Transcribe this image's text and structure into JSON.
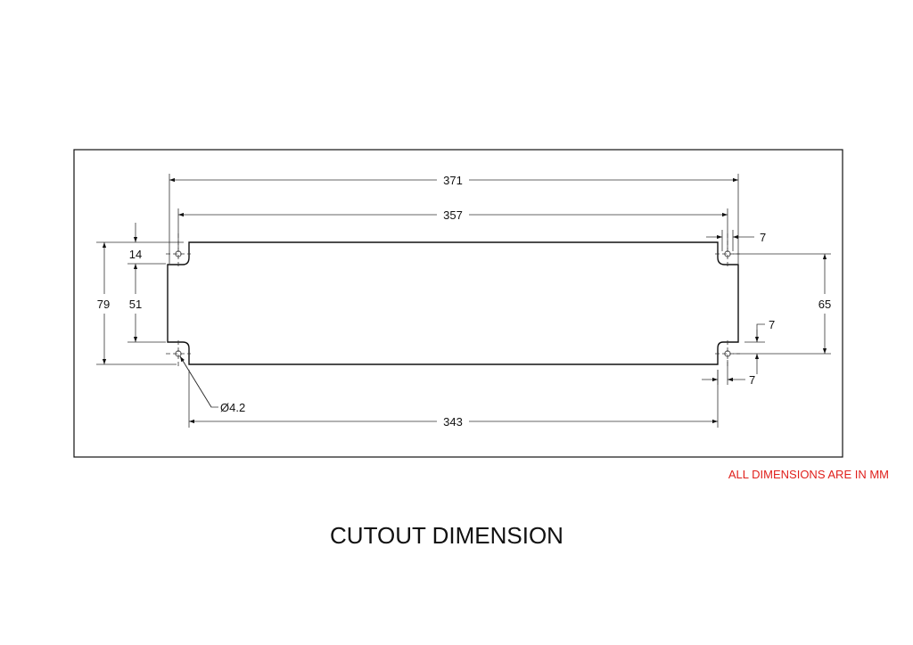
{
  "dimensions": {
    "overall_width": "371",
    "hole_spacing_width": "357",
    "bottom_width": "343",
    "overall_height": "79",
    "notch_height": "14",
    "side_height": "51",
    "hole_spacing_height": "65",
    "top_hole_offset": "7",
    "vertical_hole_offset": "7",
    "bottom_hole_offset": "7",
    "hole_diameter": "Ø4.2"
  },
  "note": "ALL DIMENSIONS ARE IN MM",
  "title": "CUTOUT DIMENSION",
  "colors": {
    "note": "#e0201c",
    "lines": "#111111"
  }
}
